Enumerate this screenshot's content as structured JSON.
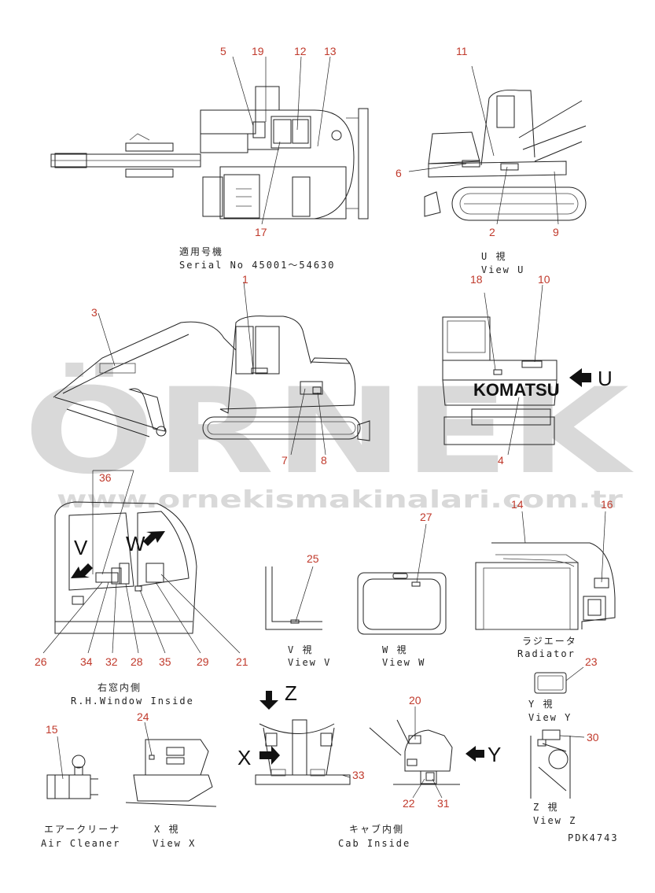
{
  "watermark": {
    "brand": "ÖRNEK",
    "url": "www.ornekismakinalari.com.tr"
  },
  "captions": {
    "top_applicable_jp": "適用号機",
    "top_serial": "Serial No 45001～54630",
    "view_u_jp": "U 視",
    "view_u_en": "View U",
    "rh_window_jp": "右窓内側",
    "rh_window_en": "R.H.Window Inside",
    "view_v_jp": "V 視",
    "view_v_en": "View V",
    "view_w_jp": "W 視",
    "view_w_en": "View W",
    "radiator_jp": "ラジエータ",
    "radiator_en": "Radiator",
    "view_y_jp": "Y 視",
    "view_y_en": "View Y",
    "air_cleaner_jp": "エアークリーナ",
    "air_cleaner_en": "Air Cleaner",
    "view_x_jp": "X 視",
    "view_x_en": "View X",
    "cab_inside_jp": "キャブ内側",
    "cab_inside_en": "Cab Inside",
    "view_z_jp": "Z 視",
    "view_z_en": "View Z",
    "drawing_no": "PDK4743"
  },
  "letters": {
    "u": "U",
    "v": "V",
    "w": "W",
    "x": "X",
    "y": "Y",
    "z": "Z"
  },
  "brand_mark": "KOMATSU",
  "callouts": {
    "c1": "1",
    "c2": "2",
    "c3": "3",
    "c4": "4",
    "c5": "5",
    "c6": "6",
    "c7": "7",
    "c8": "8",
    "c9": "9",
    "c10": "10",
    "c11": "11",
    "c12": "12",
    "c13": "13",
    "c14": "14",
    "c15": "15",
    "c16": "16",
    "c17": "17",
    "c18": "18",
    "c19": "19",
    "c20": "20",
    "c21": "21",
    "c22": "22",
    "c23": "23",
    "c24": "24",
    "c25": "25",
    "c26": "26",
    "c27": "27",
    "c28": "28",
    "c29": "29",
    "c30": "30",
    "c31": "31",
    "c32": "32",
    "c33": "33",
    "c34": "34",
    "c35": "35",
    "c36": "36"
  },
  "colors": {
    "callout": "#c0392b",
    "line": "#222222",
    "watermark": "#d9d9d9"
  }
}
